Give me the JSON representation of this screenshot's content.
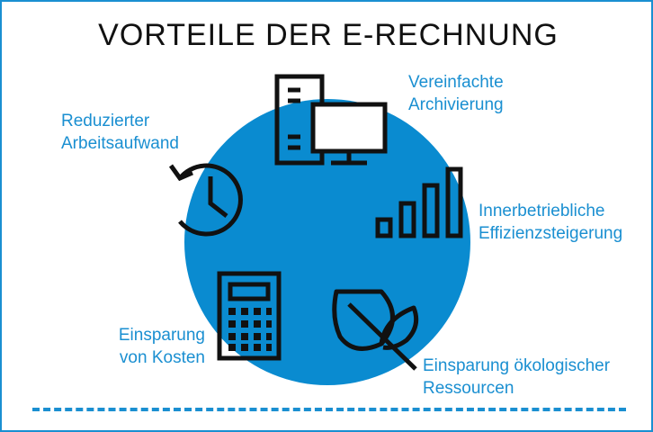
{
  "title": "VORTEILE DER E-RECHNUNG",
  "colors": {
    "accent": "#1a8fd1",
    "circle": "#0a8bd0",
    "icon_stroke": "#111111"
  },
  "benefits": [
    {
      "icon": "computer-icon",
      "lines": [
        "Vereinfachte",
        "Archivierung"
      ]
    },
    {
      "icon": "bar-chart-icon",
      "lines": [
        "Innerbetriebliche",
        "Effizienzsteigerung"
      ]
    },
    {
      "icon": "leaf-icon",
      "lines": [
        "Einsparung ökologischer",
        "Ressourcen"
      ]
    },
    {
      "icon": "calculator-icon",
      "lines": [
        "Einsparung",
        "von Kosten"
      ]
    },
    {
      "icon": "clock-history-icon",
      "lines": [
        "Reduzierter",
        "Arbeitsaufwand"
      ]
    }
  ]
}
